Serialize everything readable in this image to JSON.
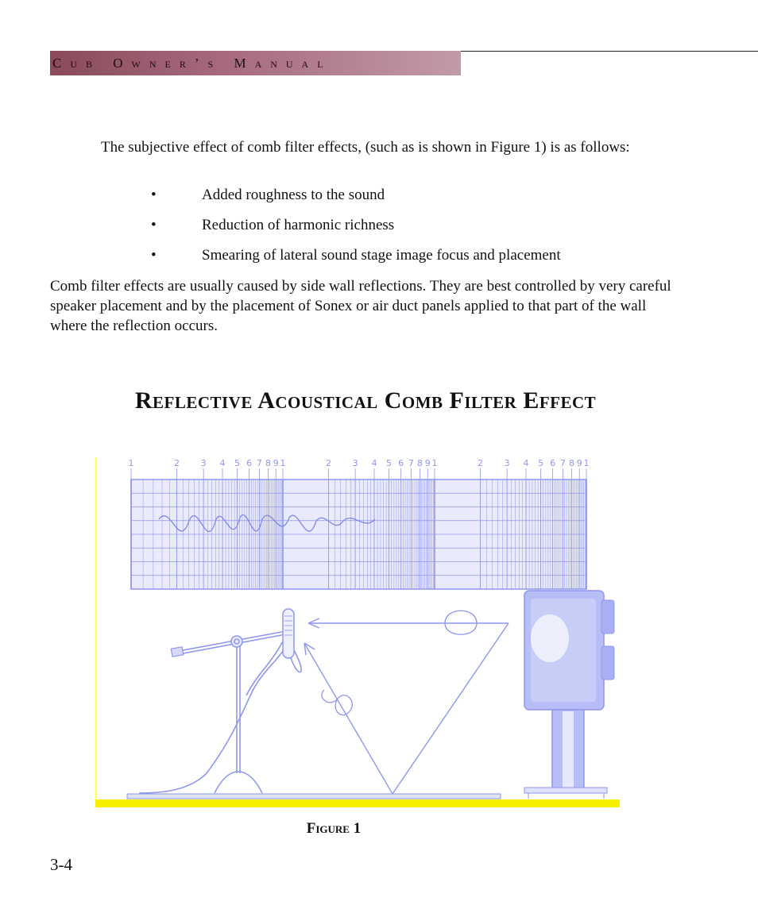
{
  "header": {
    "title": "Cub Owner’s Manual",
    "band_color": "#a86c7e"
  },
  "intro_paragraph": "The subjective effect of comb filter effects, (such as is shown in Figure 1) is as follows:",
  "bullets": [
    "Added roughness to the sound",
    "Reduction of harmonic richness",
    "Smearing of lateral sound stage image focus and placement"
  ],
  "bullet_symbol": "•",
  "body_paragraph": "Comb filter effects are usually caused by side wall reflections. They are best controlled by very careful speaker placement and by the placement of Sonex or air duct panels applied to that part of the wall where the reflection occurs.",
  "section_heading": "Reflective Acoustical Comb Filter Effect",
  "figure": {
    "caption": "Figure 1",
    "decade_labels": [
      "1",
      "2",
      "3",
      "4",
      "5",
      "6",
      "7",
      "8",
      "9",
      "1",
      "2",
      "3",
      "4",
      "5",
      "6",
      "7",
      "8",
      "9",
      "1",
      "2",
      "3",
      "4",
      "5",
      "6",
      "7",
      "8",
      "9",
      "1"
    ],
    "colors": {
      "graph": "#8f97ec",
      "floor": "#f7ef00",
      "speaker": "#b7bdf6",
      "wall": "#ffff66"
    },
    "icons": [
      "microphone-icon",
      "speaker-icon",
      "mic-stand-icon"
    ]
  },
  "page_number": "3-4"
}
